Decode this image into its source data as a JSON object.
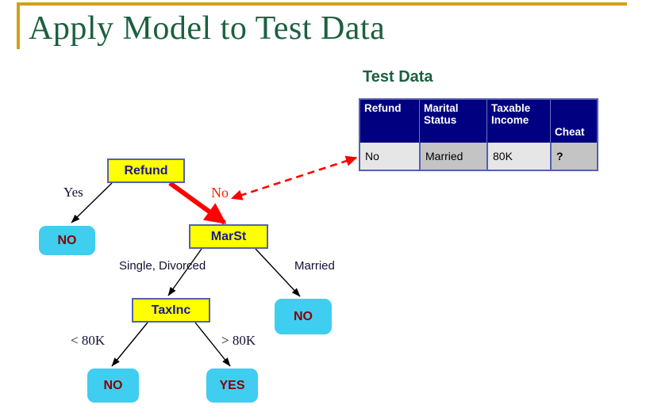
{
  "page": {
    "title": "Apply Model to Test Data",
    "accent_gold": "#d4a017",
    "title_green": "#1b6040",
    "background": "#ffffff"
  },
  "test_data": {
    "heading": "Test Data",
    "header_bg": "#000080",
    "border_color": "#5560b0",
    "columns": [
      {
        "label_line1": "Refund",
        "label_line2": ""
      },
      {
        "label_line1": "Marital",
        "label_line2": "Status"
      },
      {
        "label_line1": "Taxable",
        "label_line2": "Income"
      },
      {
        "label_line1": "",
        "label_line2": "Cheat"
      }
    ],
    "rows": [
      {
        "refund": "No",
        "marital_status": "Married",
        "taxable_income": "80K",
        "cheat": "?"
      }
    ],
    "refund_value_color": "#ff0000"
  },
  "tree": {
    "node_fill": "#ffff00",
    "node_border": "#5560b0",
    "node_text_color": "#1a1a8c",
    "leaf_fill": "#3fcdf0",
    "leaf_text_color": "#8b0000",
    "highlight_color": "#ff0000",
    "nodes": {
      "refund": "Refund",
      "marst": "MarSt",
      "taxinc": "TaxInc"
    },
    "leaves": {
      "refund_yes": "NO",
      "marst_married": "NO",
      "taxinc_low": "NO",
      "taxinc_high": "YES"
    },
    "edge_labels": {
      "refund_yes": "Yes",
      "refund_no": "No",
      "marst_single_divorced": "Single, Divorced",
      "marst_married": "Married",
      "taxinc_low": "< 80K",
      "taxinc_high": "> 80K"
    }
  }
}
